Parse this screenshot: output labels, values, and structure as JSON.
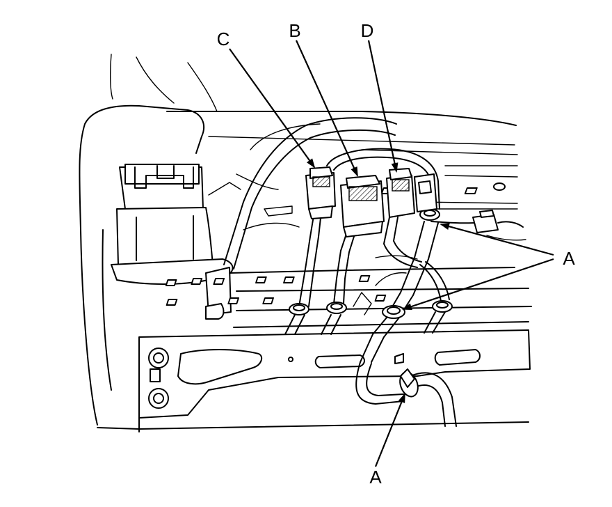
{
  "diagram": {
    "callouts": {
      "A_right": "A",
      "A_bottom": "A",
      "B": "B",
      "C": "C",
      "D": "D"
    }
  }
}
